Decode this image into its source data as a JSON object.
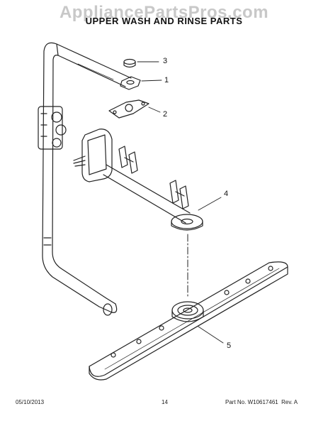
{
  "header": {
    "watermark": "AppliancePartsPros.com",
    "title": "UPPER WASH AND RINSE PARTS"
  },
  "callouts": [
    "3",
    "1",
    "2",
    "4",
    "5"
  ],
  "footer": {
    "date": "05/10/2013",
    "page": "14",
    "part_number": "Part No. W10617461  Rev. A"
  }
}
